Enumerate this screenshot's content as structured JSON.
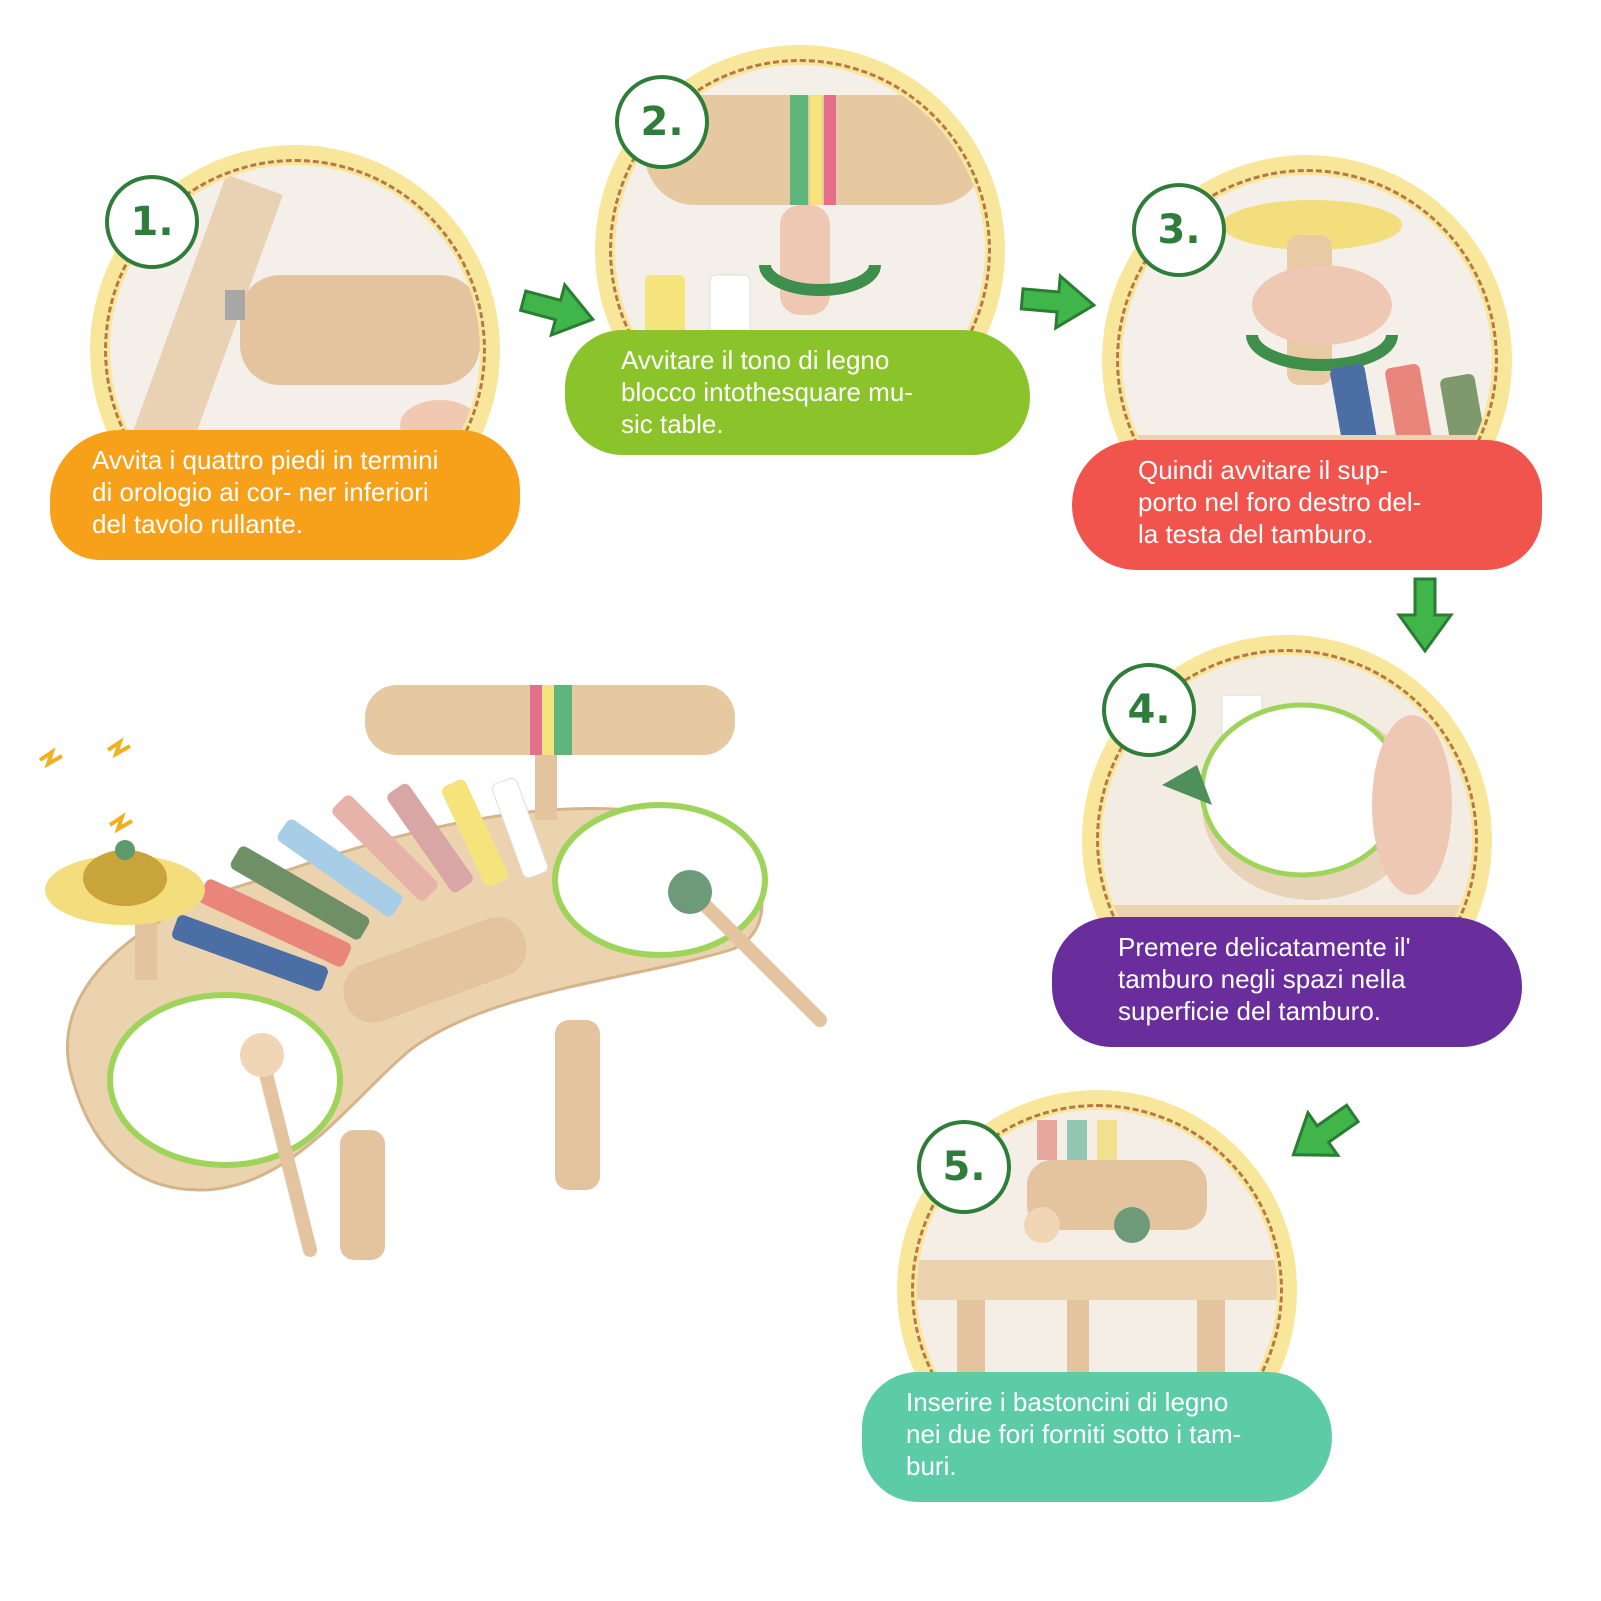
{
  "steps": [
    {
      "number": "1.",
      "lines": [
        "Avvita i quattro piedi in termini",
        "di orologio ai cor- ner inferiori",
        "del tavolo rullante."
      ],
      "color": "#f7a01a"
    },
    {
      "number": "2.",
      "lines": [
        "Avvitare il tono di legno",
        "blocco intothesquare mu-",
        "sic table."
      ],
      "color": "#8bc32a"
    },
    {
      "number": "3.",
      "lines": [
        "Quindi avvitare il sup-",
        "porto nel foro destro del-",
        "la testa del tamburo."
      ],
      "color": "#f0544d"
    },
    {
      "number": "4.",
      "lines": [
        "Premere delicatamente il'",
        "tamburo negli spazi nella",
        "superficie del tamburo."
      ],
      "color": "#6a2d9c"
    },
    {
      "number": "5.",
      "lines": [
        "Inserire i bastoncini di legno",
        "nei due fori forniti sotto i tam-",
        "buri."
      ],
      "color": "#5ccca6"
    }
  ],
  "colors": {
    "circle_ring": "#f8e79a",
    "badge_green": "#2f7d3a",
    "arrow_green": "#3fb54a"
  },
  "icons": [
    "arrow-right-icon",
    "arrow-down-icon",
    "arrow-down-left-icon"
  ]
}
